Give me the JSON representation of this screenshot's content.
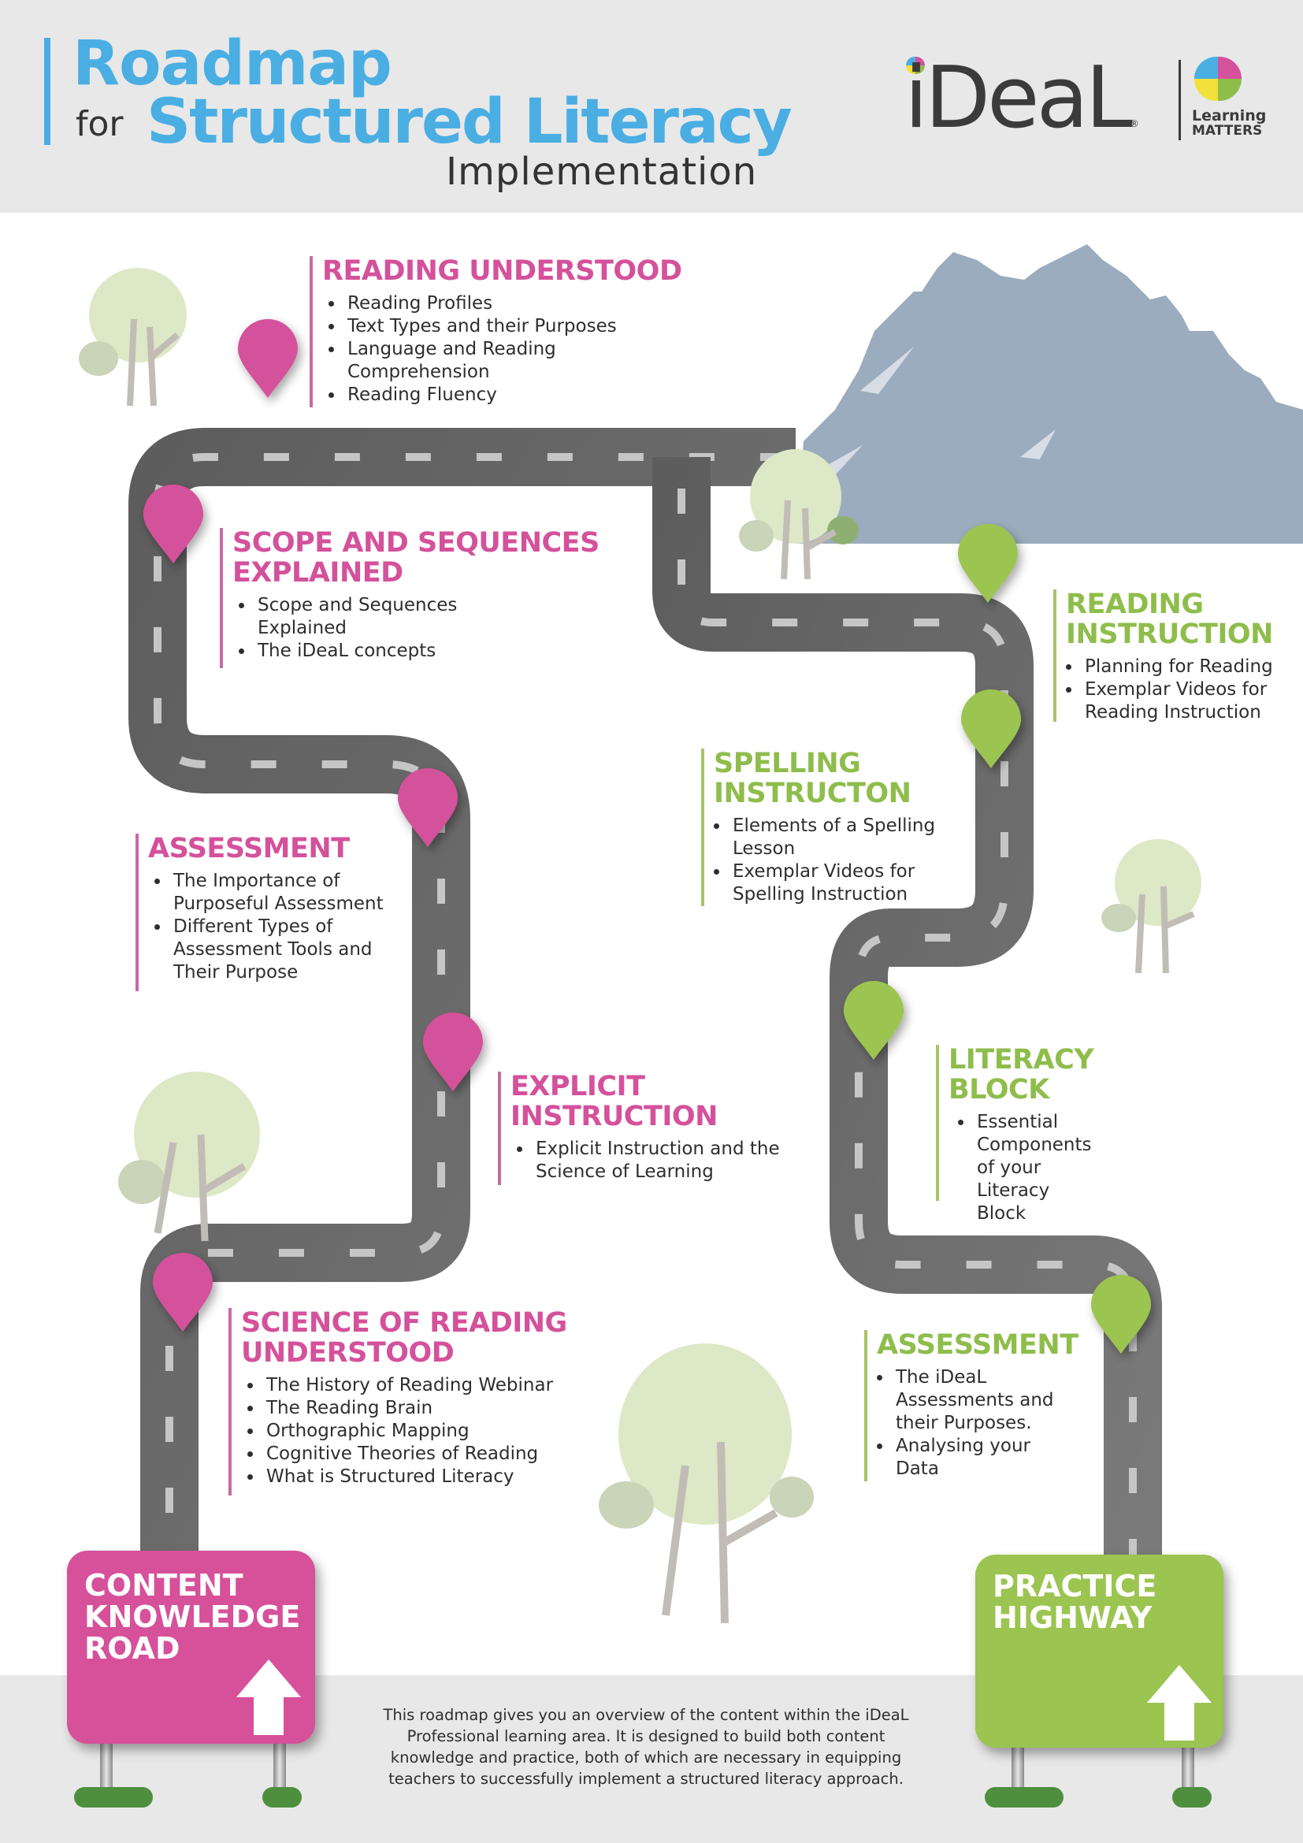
{
  "header": {
    "title_line1": "Roadmap",
    "title_for": "for",
    "title_line2": "Structured Literacy",
    "title_line3": "Implementation",
    "accent_color": "#4aaee3"
  },
  "logo": {
    "brand": "iDeaL",
    "registered_mark": "®",
    "partner_line1": "Learning",
    "partner_line2": "MATTERS",
    "brain_colors": [
      "#4aaee3",
      "#d4519b",
      "#f2e13a",
      "#8fbd4c"
    ]
  },
  "colors": {
    "pink": "#d4519b",
    "green": "#9cc451",
    "road": "#6b6b6b",
    "mountain": "#9aacbd"
  },
  "content_knowledge_road": {
    "sign_label": "CONTENT KNOWLEDGE ROAD",
    "sign_lines": [
      "CONTENT",
      "KNOWLEDGE",
      "ROAD"
    ],
    "topics": [
      {
        "heading": "SCIENCE OF READING UNDERSTOOD",
        "heading_lines": [
          "SCIENCE OF READING",
          "UNDERSTOOD"
        ],
        "items": [
          "The History of Reading Webinar",
          "The Reading Brain",
          "Orthographic Mapping",
          "Cognitive Theories of Reading",
          "What is Structured Literacy"
        ]
      },
      {
        "heading": "EXPLICIT INSTRUCTION",
        "heading_lines": [
          "EXPLICIT",
          "INSTRUCTION"
        ],
        "items": [
          "Explicit Instruction and the Science of Learning"
        ]
      },
      {
        "heading": "ASSESSMENT",
        "heading_lines": [
          "ASSESSMENT"
        ],
        "items": [
          "The Importance of Purposeful Assessment",
          "Different Types of Assessment Tools and Their Purpose"
        ]
      },
      {
        "heading": "SCOPE AND SEQUENCES EXPLAINED",
        "heading_lines": [
          "SCOPE AND SEQUENCES",
          "EXPLAINED"
        ],
        "items": [
          "Scope and Sequences Explained",
          "The iDeaL concepts"
        ]
      },
      {
        "heading": "READING UNDERSTOOD",
        "heading_lines": [
          "READING UNDERSTOOD"
        ],
        "items": [
          "Reading Profiles",
          "Text Types and their Purposes",
          "Language and Reading Comprehension",
          "Reading Fluency"
        ]
      }
    ]
  },
  "practice_highway": {
    "sign_label": "PRACTICE HIGHWAY",
    "sign_lines": [
      "PRACTICE",
      "HIGHWAY"
    ],
    "topics": [
      {
        "heading": "ASSESSMENT",
        "heading_lines": [
          "ASSESSMENT"
        ],
        "items": [
          "The iDeaL Assessments and their Purposes.",
          "Analysing your Data"
        ]
      },
      {
        "heading": "LITERACY BLOCK",
        "heading_lines": [
          "LITERACY",
          "BLOCK"
        ],
        "items": [
          "Essential Components of your Literacy Block"
        ]
      },
      {
        "heading": "SPELLING INSTRUCTON",
        "heading_lines": [
          "SPELLING",
          "INSTRUCTON"
        ],
        "items": [
          "Elements of a Spelling Lesson",
          "Exemplar Videos for Spelling Instruction"
        ]
      },
      {
        "heading": "READING INSTRUCTION",
        "heading_lines": [
          "READING",
          "INSTRUCTION"
        ],
        "items": [
          "Planning for Reading",
          "Exemplar Videos for Reading Instruction"
        ]
      }
    ]
  },
  "footer": {
    "description": "This roadmap gives you an overview of the content within the iDeaL Professional learning area. It is designed to build both content knowledge and practice, both of which are necessary in equipping teachers to successfully implement a structured literacy approach."
  },
  "icons": {
    "map_pin": "map-pin-icon",
    "arrow_up": "arrow-up-icon",
    "tree": "tree-icon",
    "mountain": "mountain-icon",
    "brain": "brain-icon"
  }
}
